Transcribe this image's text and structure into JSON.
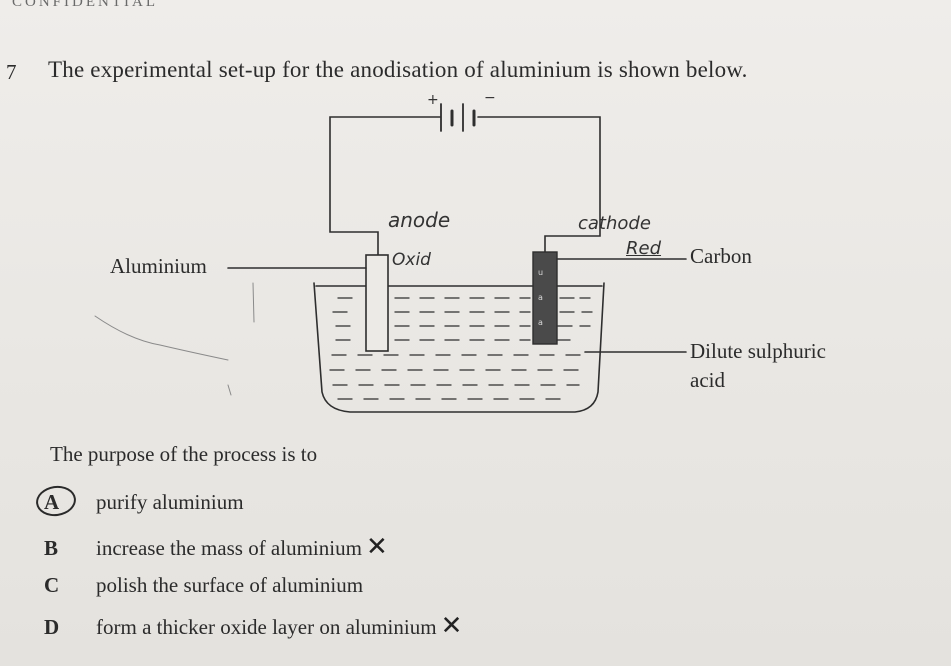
{
  "header": "CONFIDENTIAL",
  "question": {
    "number": "7",
    "text": "The experimental set-up for the anodisation of aluminium is shown below."
  },
  "diagram": {
    "labels": {
      "aluminium": "Aluminium",
      "carbon": "Carbon",
      "electrolyte_line1": "Dilute sulphuric",
      "electrolyte_line2": "acid"
    },
    "handwritten": {
      "anode": "anode",
      "cathode": "cathode",
      "oxid": "Oxid",
      "red": "Red",
      "battery_plus": "+",
      "battery_minus": "−"
    }
  },
  "purpose_text": "The purpose of the process is to",
  "options": [
    {
      "letter": "A",
      "text": "purify aluminium",
      "circled": true,
      "crossed": false
    },
    {
      "letter": "B",
      "text": "increase the mass of aluminium",
      "circled": false,
      "crossed": true
    },
    {
      "letter": "C",
      "text": "polish the surface of aluminium",
      "circled": false,
      "crossed": false
    },
    {
      "letter": "D",
      "text": "form a thicker oxide layer on aluminium",
      "circled": false,
      "crossed": true
    }
  ],
  "marks": {
    "cross_symbol": "✕"
  }
}
